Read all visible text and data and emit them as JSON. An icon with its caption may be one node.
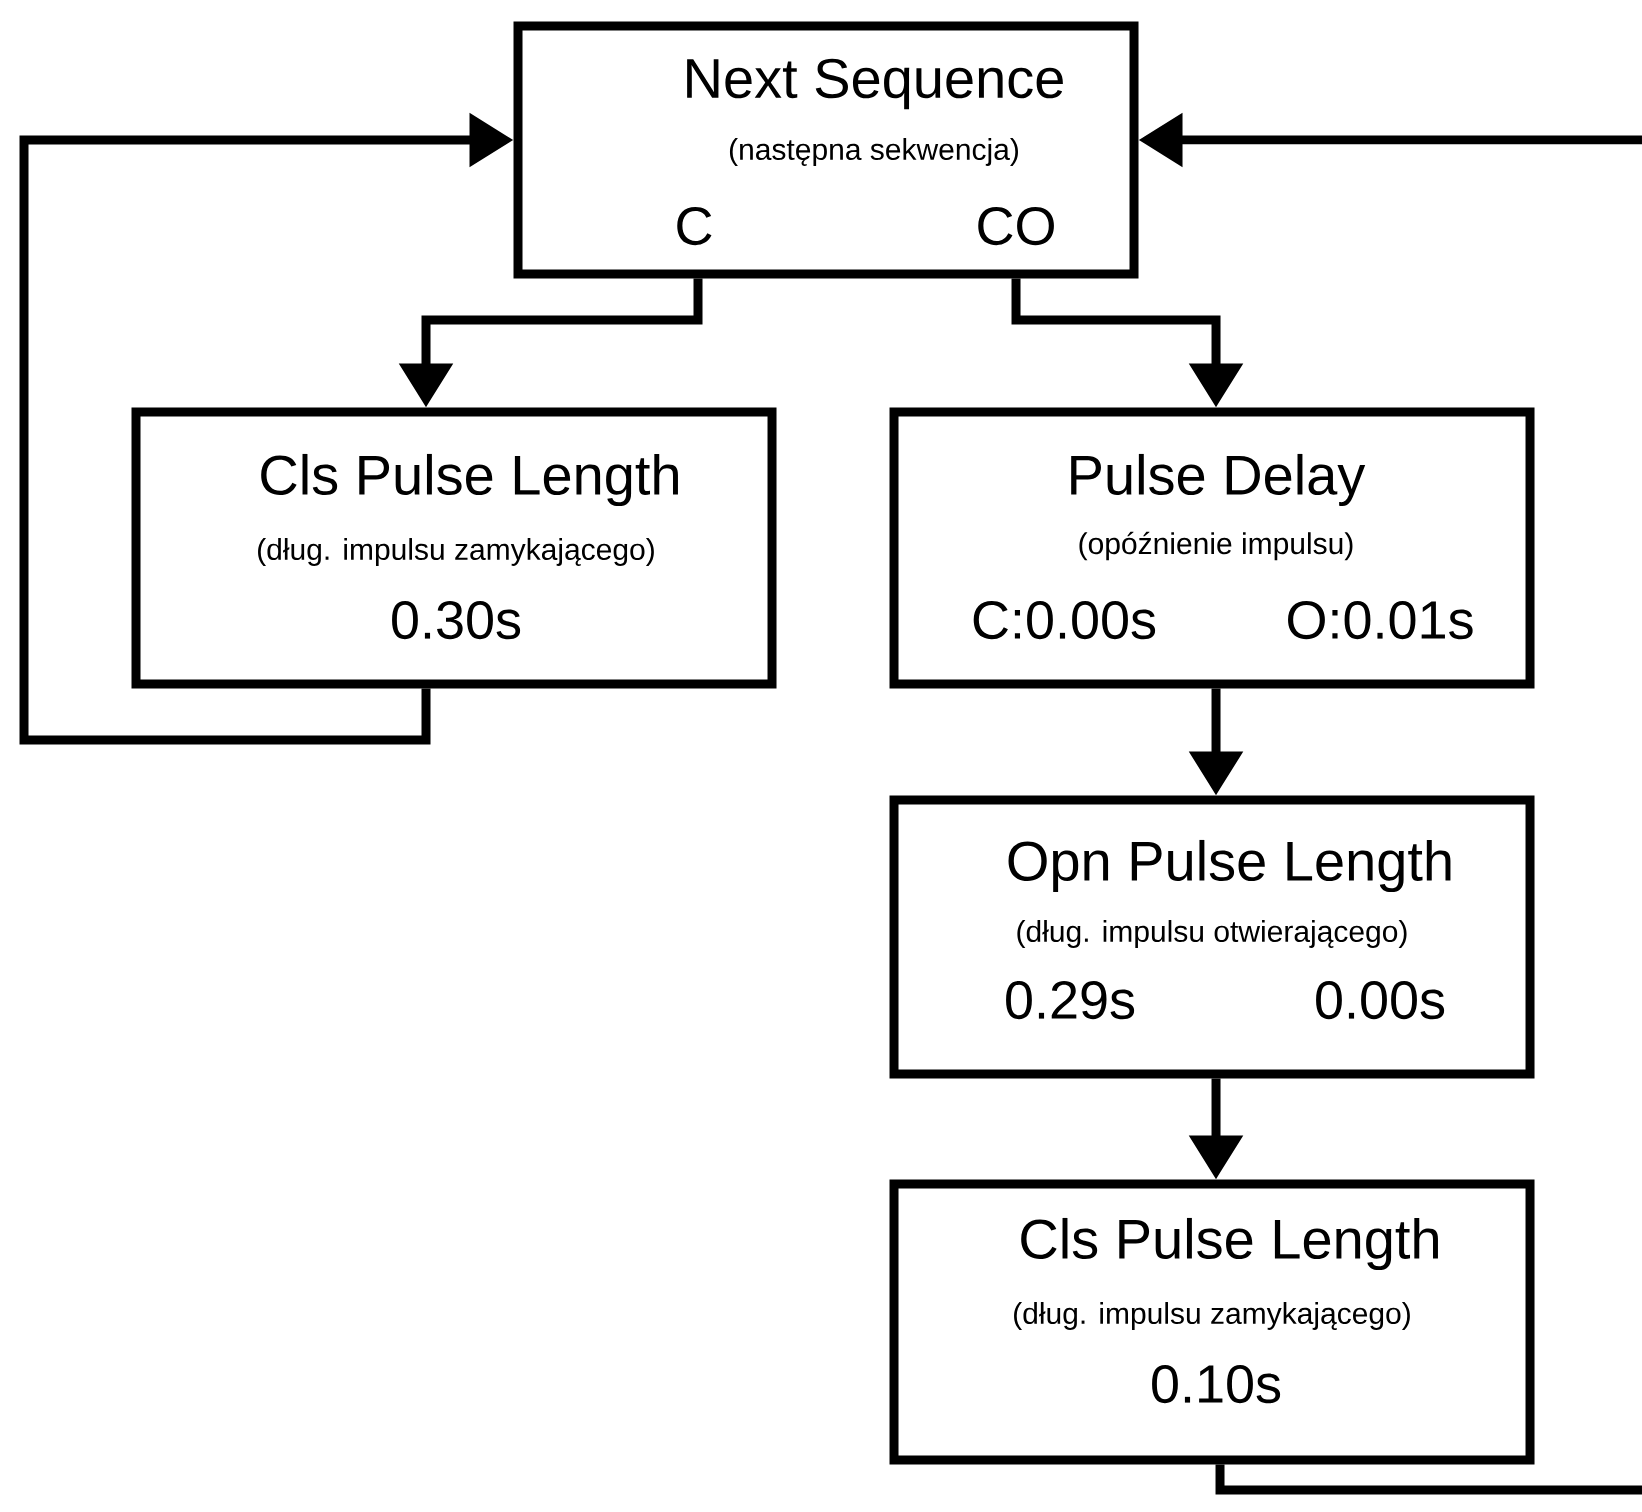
{
  "diagram": {
    "nodes": [
      {
        "text": [
          "Next Sequence",
          "(następna sekwencja)",
          "C",
          "CO"
        ]
      },
      {
        "text": [
          "Cls Pulse Length",
          "(dług. impulsu zamykającego)",
          "0.30s"
        ]
      },
      {
        "text": [
          "Pulse Delay",
          "(opóźnienie impulsu)",
          "C:0.00s",
          "O:0.01s"
        ]
      },
      {
        "text": [
          "Opn Pulse Length",
          "(dług. impulsu otwierającego)",
          "0.29s",
          "0.00s"
        ]
      },
      {
        "text": [
          "Cls Pulse Length",
          "(dług. impulsu zamykającego)",
          "0.10s"
        ]
      }
    ],
    "edges": [
      {
        "from": 0,
        "to": 1,
        "arrow": "to"
      },
      {
        "from": 0,
        "to": 2,
        "arrow": "to"
      },
      {
        "from": 2,
        "to": 3,
        "arrow": "to"
      },
      {
        "from": 3,
        "to": 4,
        "arrow": "to"
      },
      {
        "from": 1,
        "to": 0,
        "arrow": "to"
      },
      {
        "from": 4,
        "to": null,
        "arrow": "none"
      },
      {
        "from": null,
        "to": 0,
        "arrow": "to"
      }
    ]
  }
}
